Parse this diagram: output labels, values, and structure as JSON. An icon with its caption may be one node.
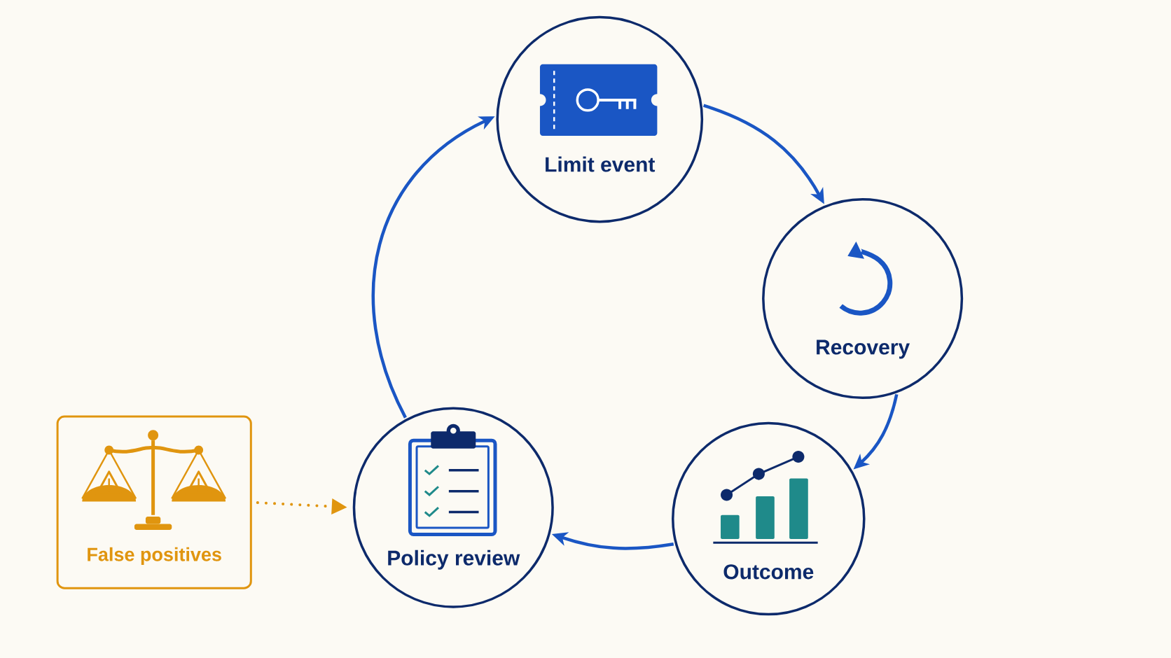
{
  "diagram": {
    "nodes": [
      {
        "text": [
          "Limit event"
        ]
      },
      {
        "text": [
          "Recovery"
        ]
      },
      {
        "text": [
          "Outcome"
        ]
      },
      {
        "text": [
          "Policy review"
        ]
      },
      {
        "text": [
          "False positives"
        ]
      }
    ],
    "edges": [
      {
        "from": 0,
        "to": 1,
        "arrow": "to"
      },
      {
        "from": 1,
        "to": 2,
        "arrow": "to"
      },
      {
        "from": 2,
        "to": 3,
        "arrow": "to"
      },
      {
        "from": 3,
        "to": 0,
        "arrow": "to"
      },
      {
        "from": 4,
        "to": 3,
        "arrow": "to",
        "style": "dashed",
        "color": "#e0950f"
      }
    ]
  }
}
